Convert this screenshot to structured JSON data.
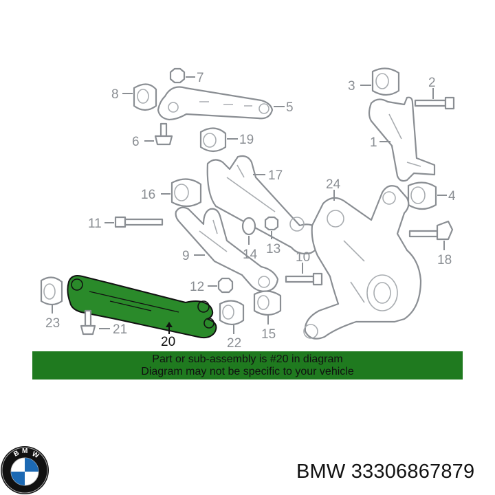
{
  "diagram": {
    "callouts": {
      "n1": "1",
      "n2": "2",
      "n3": "3",
      "n4": "4",
      "n5": "5",
      "n6": "6",
      "n7": "7",
      "n8": "8",
      "n9": "9",
      "n10": "10",
      "n11": "11",
      "n12": "12",
      "n13": "13",
      "n14": "14",
      "n15": "15",
      "n16": "16",
      "n17": "17",
      "n18": "18",
      "n19": "19",
      "n20": "20",
      "n21": "21",
      "n22": "22",
      "n23": "23",
      "n24": "24"
    },
    "highlight_color": "#1f7a1f"
  },
  "banner": {
    "line1": "Part or sub-assembly is #20 in diagram",
    "line2": "Diagram may not be specific to your vehicle"
  },
  "brand": {
    "logo_letters": "BMW",
    "part_text": "BMW 33306867879"
  }
}
